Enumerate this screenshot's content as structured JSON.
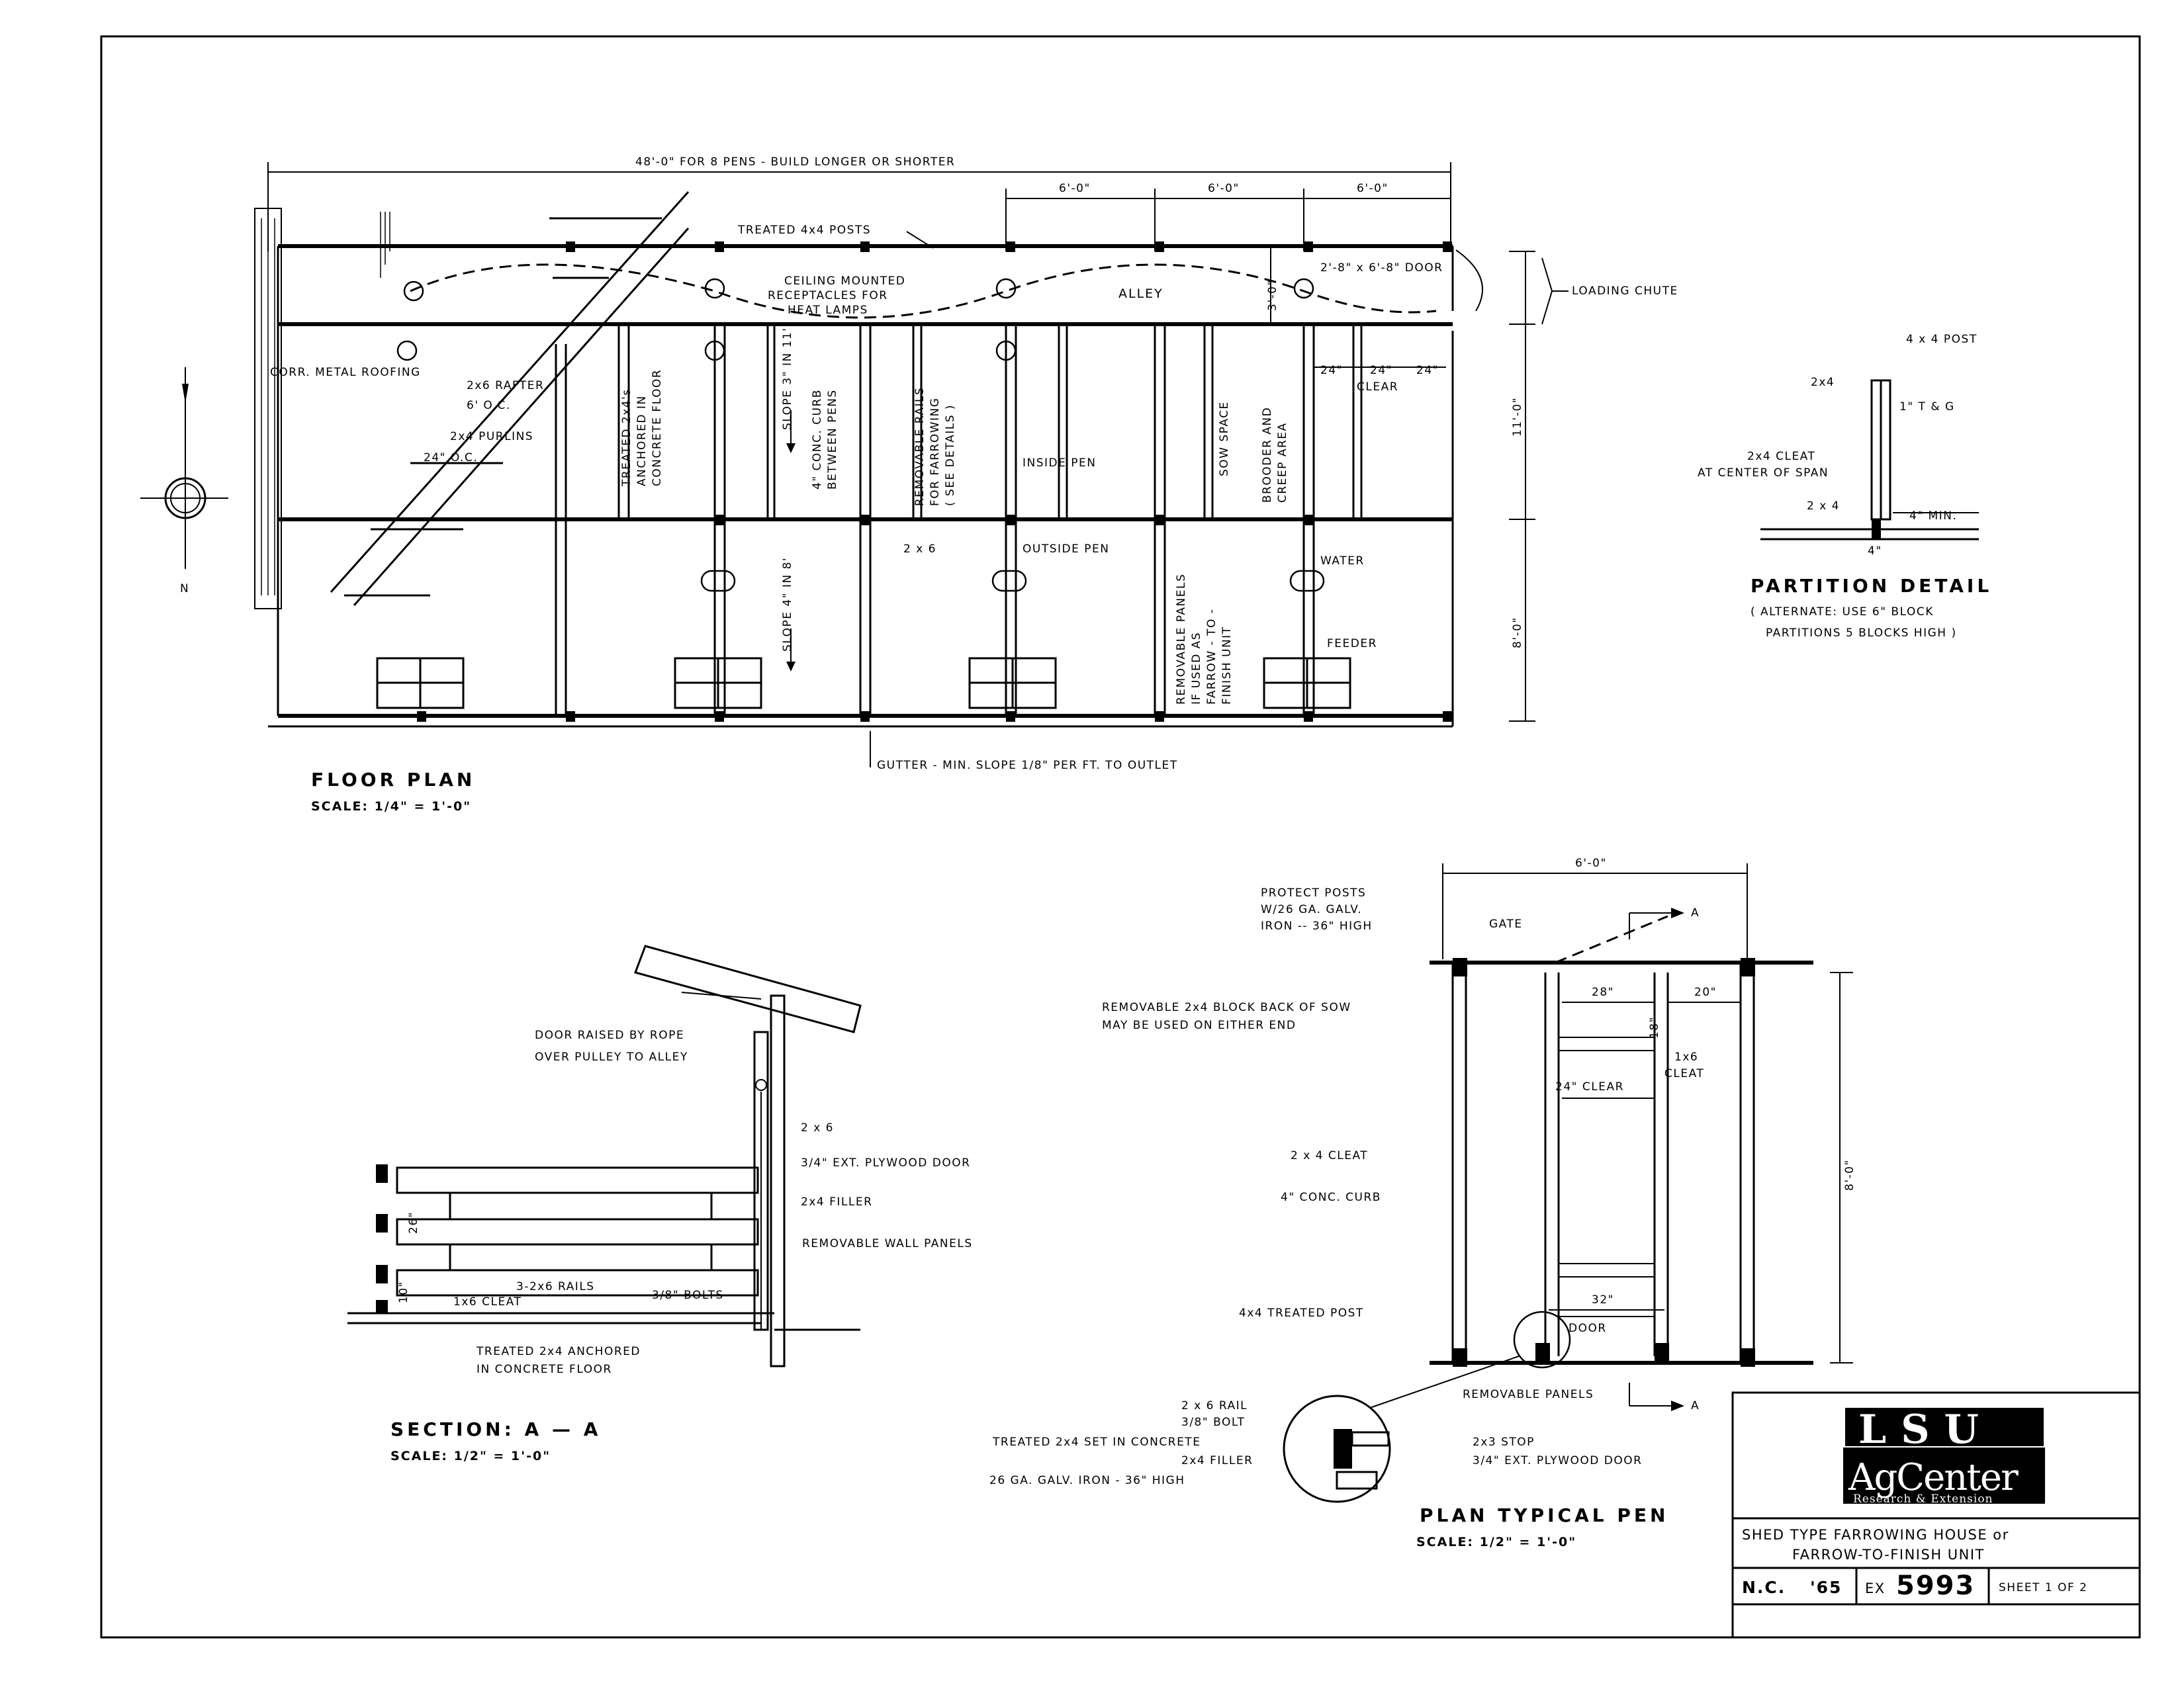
{
  "floor_plan": {
    "title": "FLOOR PLAN",
    "scale": "SCALE: 1/4\" = 1'-0\"",
    "dim_overall": "48'-0\"  FOR 8 PENS - BUILD LONGER OR SHORTER",
    "dim_pen_1": "6'-0\"",
    "dim_pen_2": "6'-0\"",
    "dim_pen_3": "6'-0\"",
    "dim_alley": "3'-0\"",
    "dim_inside": "11'-0\"",
    "dim_outside": "8'-0\"",
    "dim_clear_a": "24\"",
    "dim_clear_b": "24\"",
    "dim_clear_c": "24\"",
    "clear": "CLEAR",
    "treated_posts": "TREATED 4x4 POSTS",
    "receptacles_1": "CEILING MOUNTED",
    "receptacles_2": "RECEPTACLES FOR",
    "receptacles_3": "HEAT LAMPS",
    "alley": "ALLEY",
    "door": "2'-8\" x 6'-8\" DOOR",
    "loading_chute": "LOADING CHUTE",
    "roofing": "CORR. METAL ROOFING",
    "rafter_1": "2x6 RAFTER",
    "rafter_2": "6' O.C.",
    "purlins_1": "2x4 PURLINS",
    "purlins_2": "24\" O.C.",
    "anchored_1": "TREATED 2x4's",
    "anchored_2": "ANCHORED IN",
    "anchored_3": "CONCRETE FLOOR",
    "slope_inside": "SLOPE 3\" IN 11'",
    "curb_1": "4\" CONC. CURB",
    "curb_2": "BETWEEN PENS",
    "rails_1": "REMOVABLE RAILS",
    "rails_2": "FOR FARROWING",
    "rails_3": "( SEE DETAILS )",
    "inside_pen": "INSIDE PEN",
    "sow_space": "SOW SPACE",
    "brooder_1": "BROODER AND",
    "brooder_2": "CREEP AREA",
    "two_by_six": "2 x 6",
    "outside_pen": "OUTSIDE PEN",
    "slope_outside": "SLOPE 4\" IN 8'",
    "panels_1": "REMOVABLE PANELS",
    "panels_2": "IF USED AS",
    "panels_3": "FARROW - TO -",
    "panels_4": "FINISH UNIT",
    "water": "WATER",
    "feeder": "FEEDER",
    "gutter": "GUTTER - MIN. SLOPE 1/8\" PER FT. TO OUTLET",
    "north": "N"
  },
  "partition_detail": {
    "title": "PARTITION   DETAIL",
    "note_1": "( ALTERNATE:  USE  6\"  BLOCK",
    "note_2": "PARTITIONS  5  BLOCKS  HIGH )",
    "post": "4 x 4  POST",
    "two_by_four": "2x4",
    "tg": "1\"  T & G",
    "cleat_1": "2x4  CLEAT",
    "cleat_2": "AT  CENTER  OF  SPAN",
    "two_by_four_b": "2 x 4",
    "min": "4\"  MIN.",
    "four": "4\""
  },
  "section": {
    "title": "SECTION:  A — A",
    "scale": "SCALE: 1/2\" = 1'-0\"",
    "door_1": "DOOR  RAISED  BY  ROPE",
    "door_2": "OVER  PULLEY  TO  ALLEY",
    "two_by_six": "2 x 6",
    "plywood_door": "3/4\"  EXT. PLYWOOD  DOOR",
    "filler": "2x4  FILLER",
    "wall_panels": "REMOVABLE  WALL  PANELS",
    "rails": "3-2x6  RAILS",
    "bolts": "3/8\"  BOLTS",
    "cleat": "1x6  CLEAT",
    "dim_26": "26\"",
    "dim_10": "10\"",
    "anchored_1": "TREATED  2x4  ANCHORED",
    "anchored_2": "IN  CONCRETE  FLOOR"
  },
  "typical_pen": {
    "title": "PLAN  TYPICAL  PEN",
    "scale": "SCALE: 1/2\" = 1'-0\"",
    "dim_width": "6'-0\"",
    "dim_length": "8'-0\"",
    "dim_28": "28\"",
    "dim_20": "20\"",
    "dim_18": "18\"",
    "dim_24_clear": "24\"  CLEAR",
    "dim_32": "32\"",
    "section_a_top": "A",
    "section_a_bottom": "A",
    "protect_1": "PROTECT  POSTS",
    "protect_2": "W/26  GA.  GALV.",
    "protect_3": "IRON -- 36\"  HIGH",
    "gate": "GATE",
    "block_1": "REMOVABLE  2x4  BLOCK  BACK  OF  SOW",
    "block_2": "MAY  BE  USED  ON  EITHER  END",
    "cleat_1x6_a": "1x6",
    "cleat_1x6_b": "CLEAT",
    "cleat_2x4": "2 x 4    CLEAT",
    "curb": "4\"  CONC.  CURB",
    "post": "4x4   TREATED  POST",
    "door": "DOOR",
    "removable_panels": "REMOVABLE  PANELS",
    "rail": "2 x 6   RAIL",
    "bolt": "3/8\"  BOLT",
    "treated_2x4": "TREATED  2x4   SET  IN  CONCRETE",
    "filler": "2x4   FILLER",
    "galv": "26   GA.  GALV.  IRON - 36\"   HIGH",
    "stop": "2x3   STOP",
    "plywood": "3/4\"   EXT.  PLYWOOD  DOOR"
  },
  "title_block": {
    "logo_main": "LSU",
    "logo_sub": "AgCenter",
    "logo_tag": "Research & Extension",
    "project_1": "SHED  TYPE  FARROWING   HOUSE   or",
    "project_2": "FARROW-TO-FINISH   UNIT",
    "initials": "N.C.",
    "year": "'65",
    "ex_prefix": "EX",
    "ex_number": "5993",
    "sheet": "SHEET 1  OF 2"
  }
}
